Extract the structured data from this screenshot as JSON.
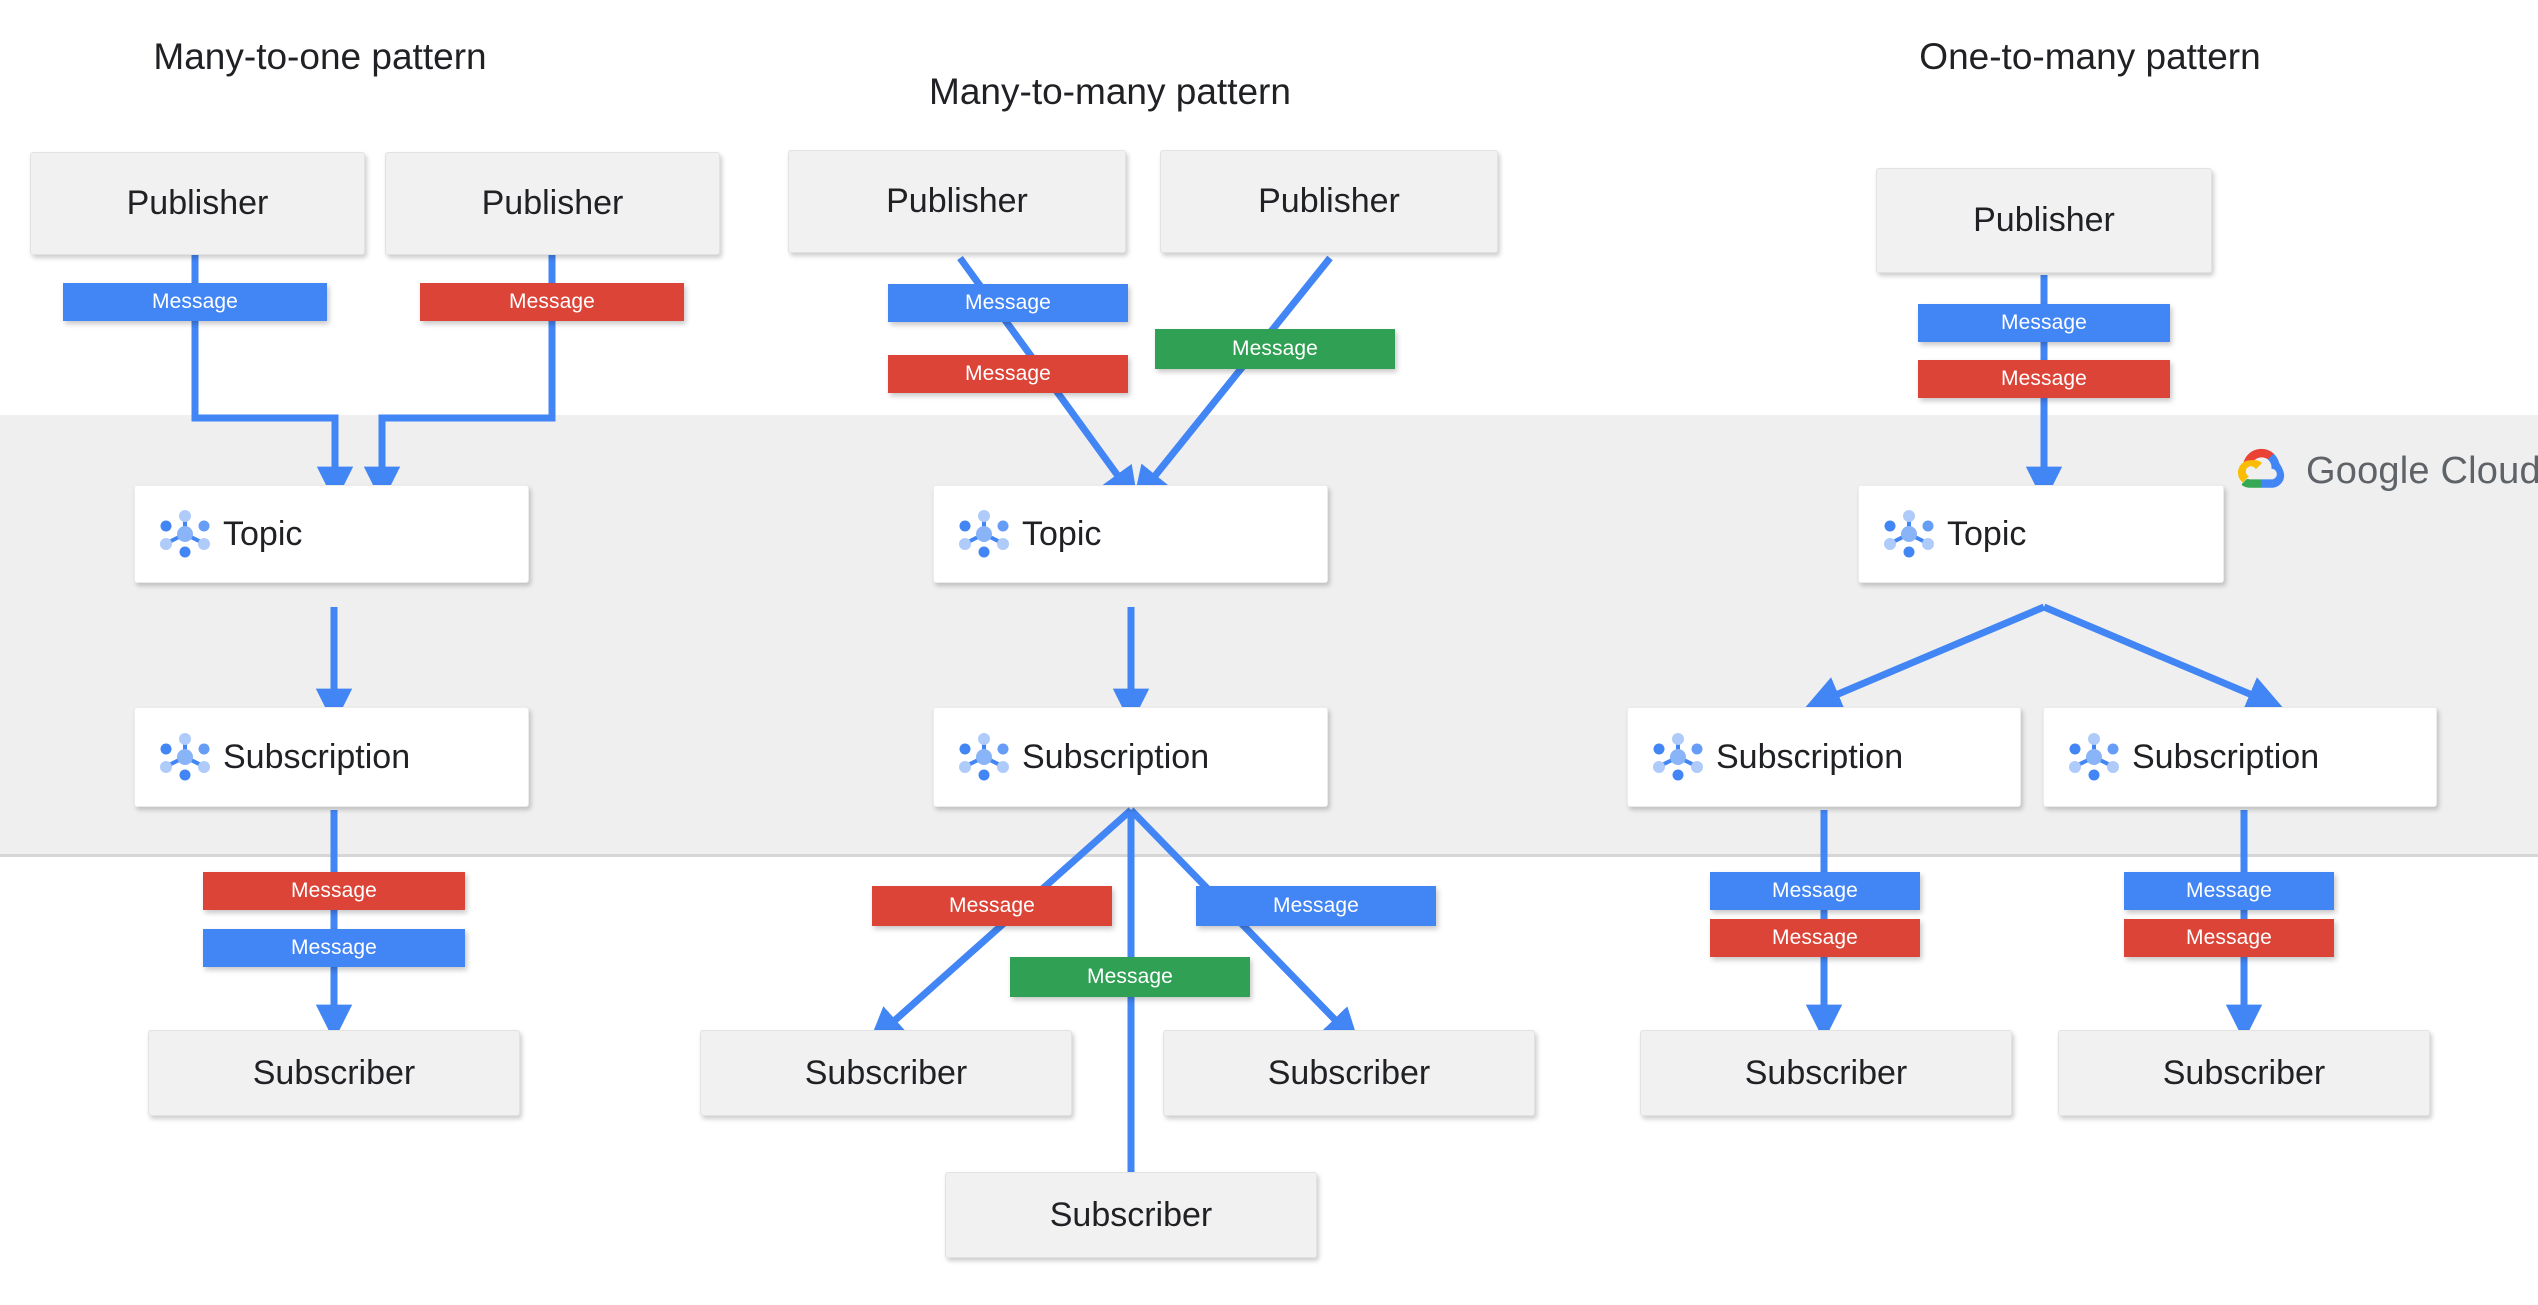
{
  "diagram": {
    "title_bar": {
      "brand_name": "Google Cloud",
      "brand_icon": "google-cloud-logo"
    },
    "colors": {
      "blue": "#4285F4",
      "red": "#DB4437",
      "green": "#30A055",
      "band_gray": "#EFEFEF",
      "endpoint_gray": "#F1F1F1",
      "service_white": "#FFFFFF",
      "text_dark": "#202124",
      "brand_text": "#5F6368",
      "logo_red": "#EA4335",
      "logo_yellow": "#FBBC05",
      "logo_green": "#34A853",
      "logo_blue": "#4285F4"
    },
    "patterns": [
      {
        "id": "many-to-one",
        "title": "Many-to-one pattern",
        "publishers": [
          {
            "label": "Publisher"
          },
          {
            "label": "Publisher"
          }
        ],
        "publish_messages": [
          {
            "label": "Message",
            "color": "blue"
          },
          {
            "label": "Message",
            "color": "red"
          }
        ],
        "topics": [
          {
            "label": "Topic",
            "icon": "pubsub-icon"
          }
        ],
        "subscriptions": [
          {
            "label": "Subscription",
            "icon": "pubsub-icon"
          }
        ],
        "deliver_messages": [
          {
            "label": "Message",
            "color": "red"
          },
          {
            "label": "Message",
            "color": "blue"
          }
        ],
        "subscribers": [
          {
            "label": "Subscriber"
          }
        ]
      },
      {
        "id": "many-to-many",
        "title": "Many-to-many  pattern",
        "publishers": [
          {
            "label": "Publisher"
          },
          {
            "label": "Publisher"
          }
        ],
        "publish_messages": [
          {
            "label": "Message",
            "color": "blue"
          },
          {
            "label": "Message",
            "color": "red"
          },
          {
            "label": "Message",
            "color": "green"
          }
        ],
        "topics": [
          {
            "label": "Topic",
            "icon": "pubsub-icon"
          }
        ],
        "subscriptions": [
          {
            "label": "Subscription",
            "icon": "pubsub-icon"
          }
        ],
        "deliver_messages": [
          {
            "label": "Message",
            "color": "red"
          },
          {
            "label": "Message",
            "color": "blue"
          },
          {
            "label": "Message",
            "color": "green"
          }
        ],
        "subscribers": [
          {
            "label": "Subscriber"
          },
          {
            "label": "Subscriber"
          },
          {
            "label": "Subscriber"
          }
        ]
      },
      {
        "id": "one-to-many",
        "title": "One-to-many pattern",
        "publishers": [
          {
            "label": "Publisher"
          }
        ],
        "publish_messages": [
          {
            "label": "Message",
            "color": "blue"
          },
          {
            "label": "Message",
            "color": "red"
          }
        ],
        "topics": [
          {
            "label": "Topic",
            "icon": "pubsub-icon"
          }
        ],
        "subscriptions": [
          {
            "label": "Subscription",
            "icon": "pubsub-icon"
          },
          {
            "label": "Subscription",
            "icon": "pubsub-icon"
          }
        ],
        "deliver_messages": [
          {
            "label": "Message",
            "color": "blue"
          },
          {
            "label": "Message",
            "color": "red"
          },
          {
            "label": "Message",
            "color": "blue"
          },
          {
            "label": "Message",
            "color": "red"
          }
        ],
        "subscribers": [
          {
            "label": "Subscriber"
          },
          {
            "label": "Subscriber"
          }
        ]
      }
    ]
  }
}
